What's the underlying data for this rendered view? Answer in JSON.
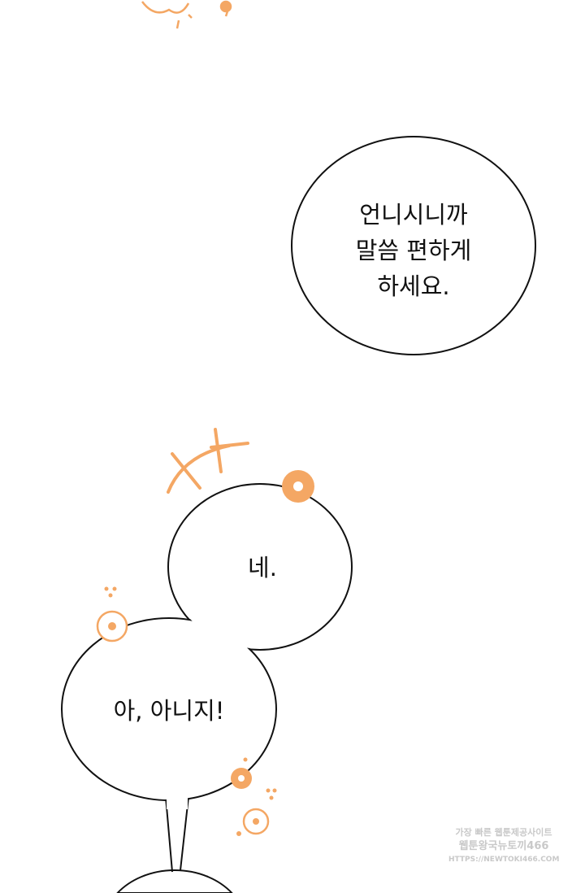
{
  "bubbles": [
    {
      "lines": [
        "언니시니까",
        "말씀 편하게",
        "하세요."
      ]
    },
    {
      "lines": [
        "네."
      ]
    },
    {
      "lines": [
        "아, 아니지!"
      ]
    }
  ],
  "colors": {
    "accent": "#f4a764",
    "stroke": "#111111"
  },
  "watermark": {
    "line1": "가장 빠른 웹툰제공사이트",
    "line2": "웹툰왕국뉴토끼466",
    "line3": "HTTPS://NEWTOKI466.COM"
  }
}
